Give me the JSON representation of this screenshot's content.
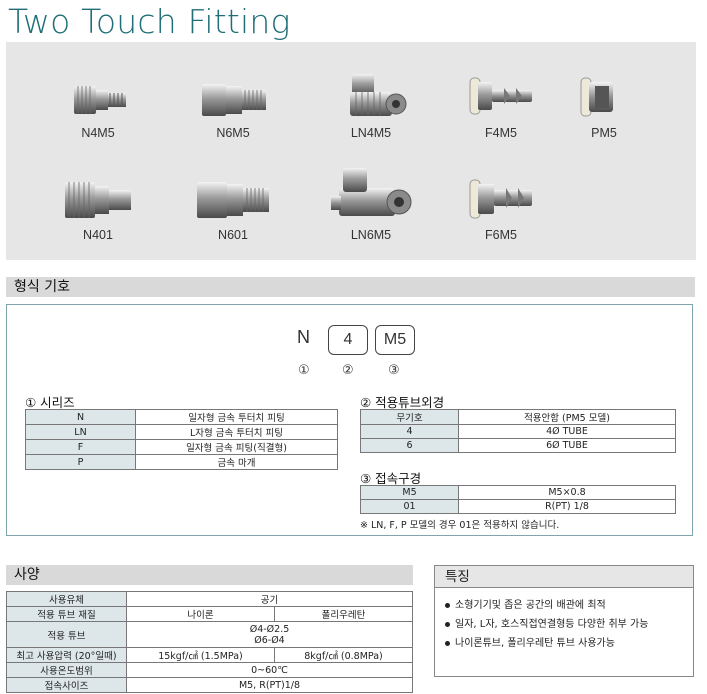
{
  "title": "Two Touch Fitting",
  "products": [
    {
      "label": "N4M5"
    },
    {
      "label": "N6M5"
    },
    {
      "label": "LN4M5"
    },
    {
      "label": "F4M5"
    },
    {
      "label": "PM5"
    },
    {
      "label": "N401"
    },
    {
      "label": "N601"
    },
    {
      "label": "LN6M5"
    },
    {
      "label": "F6M5"
    }
  ],
  "model_section": {
    "heading": "형식 기호",
    "code_letter": "N",
    "code_size": "4",
    "code_thread": "M5",
    "markers": [
      "①",
      "②",
      "③"
    ],
    "series": {
      "title": "① 시리즈",
      "rows": [
        {
          "code": "N",
          "desc": "일자형 금속 투터치 피팅"
        },
        {
          "code": "LN",
          "desc": "L자형 금속 투터치 피팅"
        },
        {
          "code": "F",
          "desc": "일자형 금속 피팅(직결형)"
        },
        {
          "code": "P",
          "desc": "금속 마개"
        }
      ]
    },
    "tube": {
      "title": "② 적용튜브외경",
      "header": {
        "code": "무기호",
        "desc": "적용안함 (PM5 모델)"
      },
      "rows": [
        {
          "code": "4",
          "desc": "4Ø TUBE"
        },
        {
          "code": "6",
          "desc": "6Ø TUBE"
        }
      ]
    },
    "port": {
      "title": "③ 접속구경",
      "rows": [
        {
          "code": "M5",
          "desc": "M5×0.8"
        },
        {
          "code": "01",
          "desc": "R(PT) 1/8"
        }
      ],
      "note": "※ LN, F, P 모델의 경우 01은 적용하지 않습니다."
    }
  },
  "spec_section": {
    "heading": "사양",
    "rows": {
      "fluid": {
        "key": "사용유체",
        "value": "공기"
      },
      "material": {
        "key": "적용 튜브 재질",
        "v1": "나이론",
        "v2": "폴리우레탄"
      },
      "tube": {
        "key": "적용 튜브",
        "line1": "Ø4-Ø2.5",
        "line2": "Ø6-Ø4"
      },
      "pressure": {
        "key": "최고 사용압력 (20°일때)",
        "v1": "15kgf/㎠ (1.5MPa)",
        "v2": "8kgf/㎠ (0.8MPa)"
      },
      "temp": {
        "key": "사용온도범위",
        "value": "0~60℃"
      },
      "size": {
        "key": "접속사이즈",
        "value": "M5, R(PT)1/8"
      }
    }
  },
  "features": {
    "heading": "특징",
    "items": [
      "소형기기및 좁은 공간의 배관에 최적",
      "일자, L자, 호스직접연결형등 다양한 취부 가능",
      "나이론튜브, 폴리우레탄 튜브 사용가능"
    ]
  }
}
